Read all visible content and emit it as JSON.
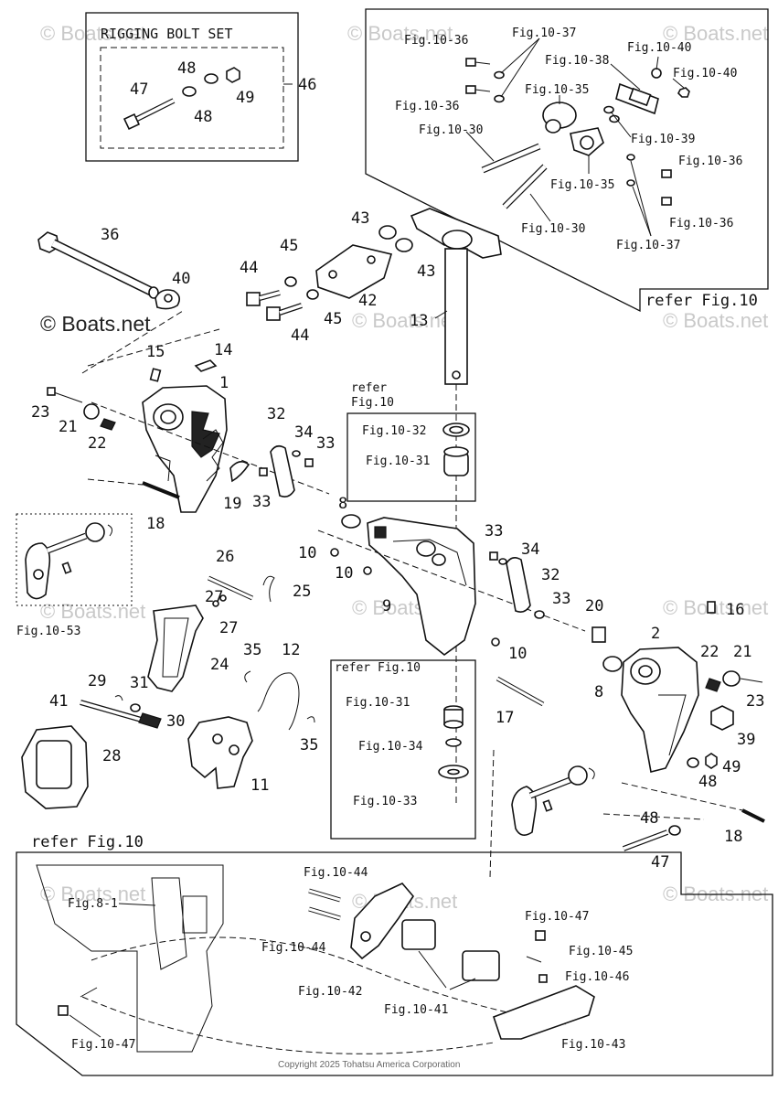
{
  "watermarks": {
    "copyright_symbol_text": "© Boats.net",
    "faded_text": "© Boats.net"
  },
  "copyright": "Copyright 2025 Tohatsu America Corporation",
  "boxes": {
    "rigging_bolt_set": "RIGGING BOLT SET",
    "refer_fig10_top": "refer Fig.10",
    "refer_fig10_small_a": "refer",
    "refer_fig10_small_b": "Fig.10",
    "refer_fig10_middle": "refer Fig.10",
    "refer_fig10_bottom": "refer Fig.10"
  },
  "part_numbers": {
    "p1": "1",
    "p2": "2",
    "p8a": "8",
    "p8b": "8",
    "p9": "9",
    "p10a": "10",
    "p10b": "10",
    "p10c": "10",
    "p11": "11",
    "p12": "12",
    "p13": "13",
    "p14": "14",
    "p15": "15",
    "p16": "16",
    "p17": "17",
    "p18a": "18",
    "p18b": "18",
    "p19": "19",
    "p20": "20",
    "p21a": "21",
    "p21b": "21",
    "p22a": "22",
    "p22b": "22",
    "p23a": "23",
    "p23b": "23",
    "p24": "24",
    "p25": "25",
    "p26": "26",
    "p27a": "27",
    "p27b": "27",
    "p28": "28",
    "p29": "29",
    "p30": "30",
    "p31": "31",
    "p32a": "32",
    "p32b": "32",
    "p33a": "33",
    "p33b": "33",
    "p33c": "33",
    "p33d": "33",
    "p34a": "34",
    "p34b": "34",
    "p35a": "35",
    "p35b": "35",
    "p36": "36",
    "p39": "39",
    "p40": "40",
    "p41": "41",
    "p42": "42",
    "p43a": "43",
    "p43b": "43",
    "p44a": "44",
    "p44b": "44",
    "p45a": "45",
    "p45b": "45",
    "p46": "46",
    "p47a": "47",
    "p47b": "47",
    "p48a": "48",
    "p48b": "48",
    "p48c": "48",
    "p48d": "48",
    "p49a": "49",
    "p49b": "49"
  },
  "fig_refs": {
    "f1036a": "Fig.10-36",
    "f1037a": "Fig.10-37",
    "f1040a": "Fig.10-40",
    "f1038": "Fig.10-38",
    "f1040b": "Fig.10-40",
    "f1036b": "Fig.10-36",
    "f1035a": "Fig.10-35",
    "f1030a": "Fig.10-30",
    "f1039": "Fig.10-39",
    "f1036c": "Fig.10-36",
    "f1035b": "Fig.10-35",
    "f1036d": "Fig.10-36",
    "f1030b": "Fig.10-30",
    "f1037b": "Fig.10-37",
    "f1032": "Fig.10-32",
    "f1031a": "Fig.10-31",
    "f1053": "Fig.10-53",
    "f1031b": "Fig.10-31",
    "f1034": "Fig.10-34",
    "f1033": "Fig.10-33",
    "f81": "Fig.8-1",
    "f1044a": "Fig.10-44",
    "f1044b": "Fig.10-44",
    "f1042": "Fig.10-42",
    "f1041": "Fig.10-41",
    "f1047a": "Fig.10-47",
    "f1045": "Fig.10-45",
    "f1046": "Fig.10-46",
    "f1043": "Fig.10-43",
    "f1047b": "Fig.10-47"
  }
}
